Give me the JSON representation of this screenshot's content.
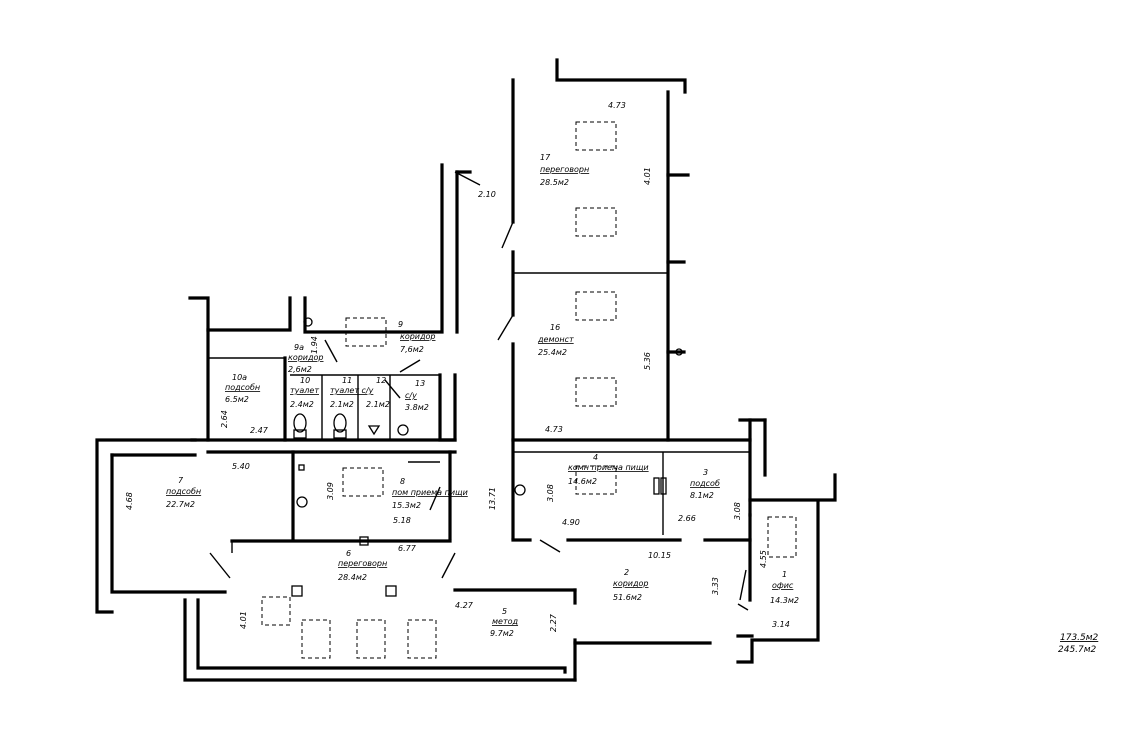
{
  "rooms": [
    {
      "id": "room-17",
      "number": "17",
      "name": "переговорн",
      "area": "28.5м2"
    },
    {
      "id": "room-16",
      "number": "16",
      "name": "демонст",
      "area": "25.4м2"
    },
    {
      "id": "room-9",
      "number": "9",
      "name": "коридор",
      "area": "7,6м2"
    },
    {
      "id": "room-9a",
      "number": "9а",
      "name": "коридор",
      "area": "2,6м2"
    },
    {
      "id": "room-10a",
      "number": "10а",
      "name": "подсобн",
      "area": "6.5м2"
    },
    {
      "id": "room-10",
      "number": "10",
      "name": "туалет",
      "area": "2.4м2"
    },
    {
      "id": "room-11",
      "number": "11",
      "name": "туалет с/у",
      "area": "2.1м2"
    },
    {
      "id": "room-12",
      "number": "12",
      "name": "",
      "area": "2.1м2"
    },
    {
      "id": "room-13",
      "number": "13",
      "name": "с/у",
      "area": "3.8м2"
    },
    {
      "id": "room-7",
      "number": "7",
      "name": "подсобн",
      "area": "22.7м2"
    },
    {
      "id": "room-8",
      "number": "8",
      "name": "пом приема пищи",
      "area": "15.3м2"
    },
    {
      "id": "room-4",
      "number": "4",
      "name": "комн приема пищи",
      "area": "14.6м2"
    },
    {
      "id": "room-3",
      "number": "3",
      "name": "подсоб",
      "area": "8.1м2"
    },
    {
      "id": "room-6",
      "number": "6",
      "name": "переговорн",
      "area": "28.4м2"
    },
    {
      "id": "room-5",
      "number": "5",
      "name": "метод",
      "area": "9.7м2"
    },
    {
      "id": "room-2",
      "number": "2",
      "name": "коридор",
      "area": "51.6м2"
    },
    {
      "id": "room-1",
      "number": "1",
      "name": "офис",
      "area": "14.3м2"
    }
  ],
  "dimensions": {
    "d473_top": "4.73",
    "d210": "2.10",
    "d401_right": "4.01",
    "d536": "5.36",
    "d473_mid": "4.73",
    "d194": "1.94",
    "d264": "2.64",
    "d247": "2.47",
    "d540": "5.40",
    "d468": "4.68",
    "d309": "3.09",
    "d518": "5.18",
    "d677": "6.77",
    "d1371": "13.71",
    "d308_a": "3.08",
    "d490": "4.90",
    "d266": "2.66",
    "d308_b": "3.08",
    "d1015": "10.15",
    "d333": "3.33",
    "d455": "4.55",
    "d314": "3.14",
    "d427": "4.27",
    "d401_left": "4.01",
    "d227": "2.27"
  },
  "totals": {
    "living": "173.5м2",
    "total": "245.7м2"
  }
}
